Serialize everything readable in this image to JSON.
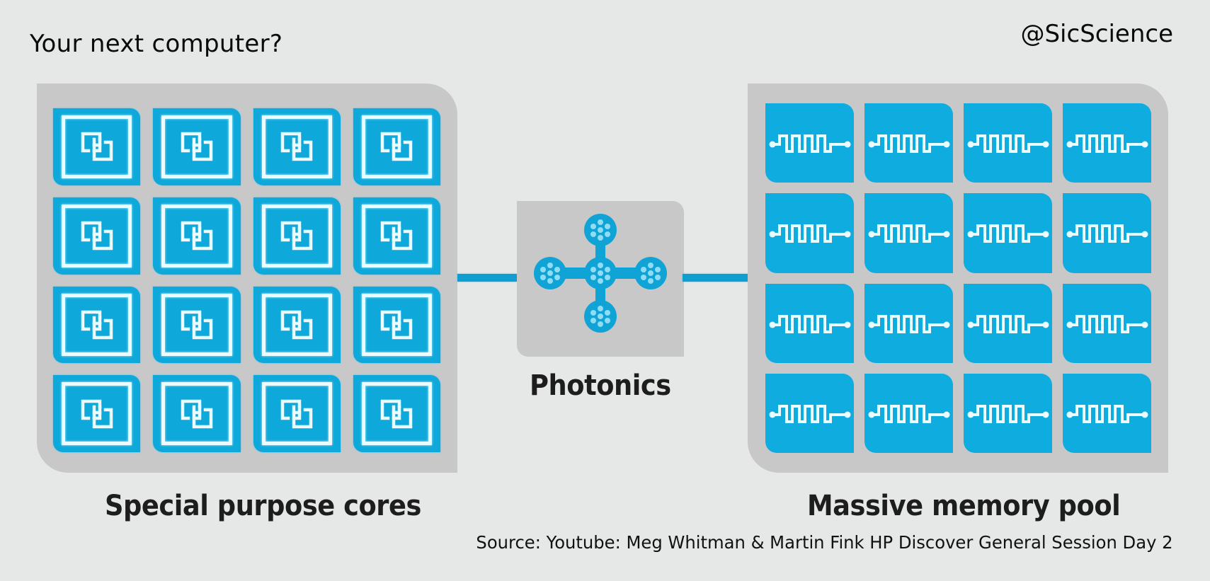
{
  "header": {
    "title": "Your next computer?",
    "handle": "@SicScience"
  },
  "diagram": {
    "left_block": {
      "label": "Special purpose cores",
      "tile_icon": "interlocking-squares-icon",
      "rows": 4,
      "columns": 4
    },
    "center_block": {
      "label": "Photonics",
      "icon": "photonic-fiber-cross-icon"
    },
    "right_block": {
      "label": "Massive memory pool",
      "tile_icon": "memristor-wave-icon",
      "rows": 4,
      "columns": 4
    },
    "colors": {
      "accent_blue": "#0fa8da",
      "panel_gray": "#c9c8c9",
      "background": "#e6e8e7",
      "icon_white": "#eafcff"
    }
  },
  "footer": {
    "source": "Source: Youtube: Meg Whitman & Martin Fink HP Discover General Session Day 2"
  }
}
